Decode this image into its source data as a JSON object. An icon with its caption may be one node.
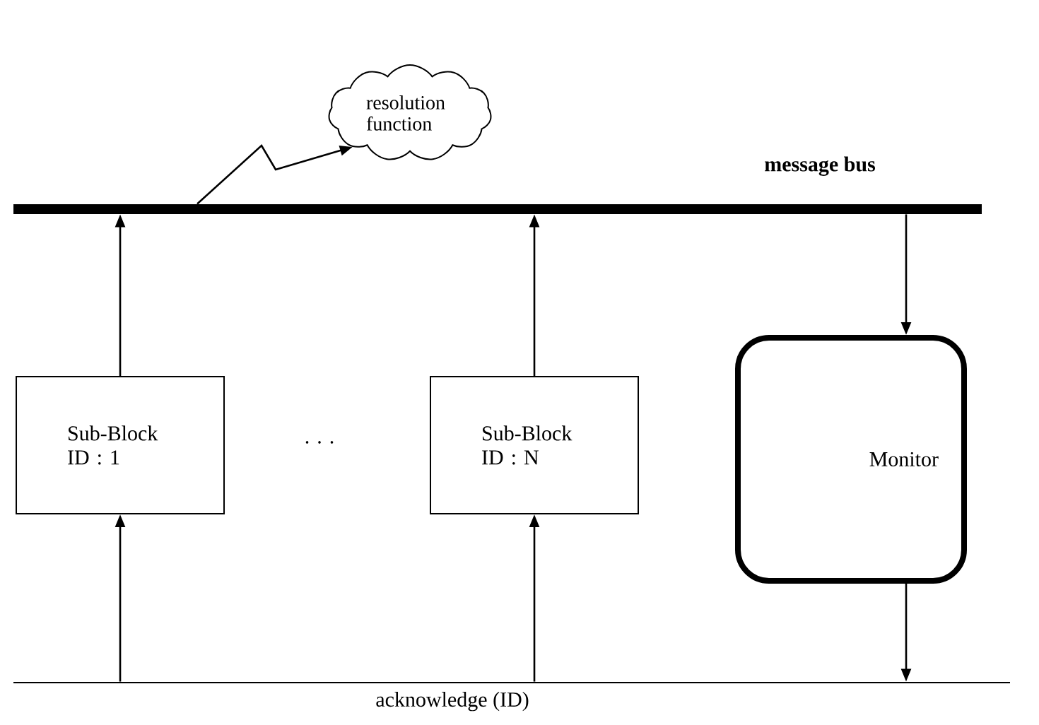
{
  "diagram": {
    "nodes": [
      {
        "text": [
          "resolution function"
        ]
      },
      {
        "text": [
          "message bus"
        ]
      },
      {
        "text": [
          "Sub-Block ID : 1"
        ]
      },
      {
        "text": [
          "Sub-Block ID : N"
        ]
      },
      {
        "text": [
          "Monitor"
        ]
      },
      {
        "text": [
          "acknowledge (ID)"
        ]
      }
    ],
    "edges": [
      {
        "from": 1,
        "to": 0,
        "arrow": "to"
      },
      {
        "from": 2,
        "to": 1,
        "arrow": "to"
      },
      {
        "from": 3,
        "to": 1,
        "arrow": "to"
      },
      {
        "from": 1,
        "to": 4,
        "arrow": "to"
      },
      {
        "from": 4,
        "to": 5,
        "arrow": "to"
      },
      {
        "from": 5,
        "to": 2,
        "arrow": "to"
      },
      {
        "from": 5,
        "to": 3,
        "arrow": "to"
      }
    ],
    "labels": [
      "· · ·"
    ]
  }
}
